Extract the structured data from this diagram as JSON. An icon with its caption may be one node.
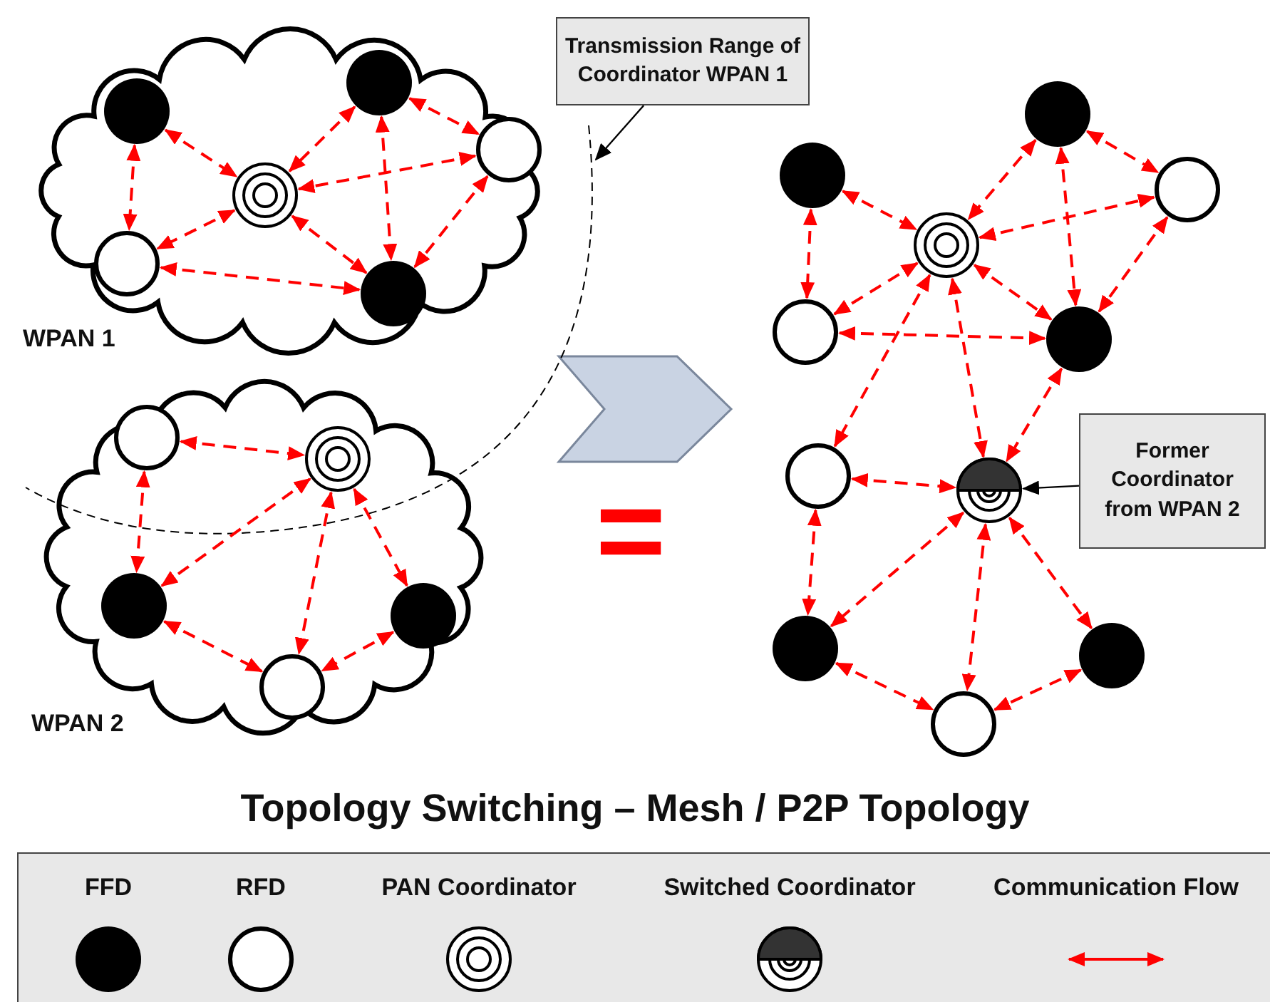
{
  "diagram": {
    "title": "Topology Switching – Mesh / P2P Topology",
    "nodes": [
      {
        "text": [
          "WPAN 1"
        ]
      },
      {
        "text": [],
        "shape": "circle",
        "in": 0
      },
      {
        "text": [],
        "shape": "circle",
        "in": 0
      },
      {
        "text": [],
        "shape": "circle",
        "in": 0
      },
      {
        "text": [],
        "shape": "circle",
        "in": 0
      },
      {
        "text": [],
        "shape": "circle",
        "in": 0
      },
      {
        "text": [],
        "shape": "circle",
        "in": 0
      },
      {
        "text": [
          "Transmission Range of Coordinator WPAN 1"
        ]
      },
      {
        "text": [
          "WPAN 2"
        ]
      },
      {
        "text": [],
        "shape": "circle",
        "in": 8
      },
      {
        "text": [],
        "shape": "circle",
        "in": 8
      },
      {
        "text": [],
        "shape": "circle",
        "in": 8
      },
      {
        "text": [],
        "shape": "circle",
        "in": 8
      },
      {
        "text": [],
        "shape": "circle",
        "in": 8
      },
      {
        "text": [],
        "shape": "arrow"
      },
      {
        "text": [],
        "shape": "circle"
      },
      {
        "text": [],
        "shape": "circle"
      },
      {
        "text": [],
        "shape": "circle"
      },
      {
        "text": [],
        "shape": "circle"
      },
      {
        "text": [],
        "shape": "circle"
      },
      {
        "text": [],
        "shape": "circle"
      },
      {
        "text": [],
        "shape": "circle"
      },
      {
        "text": [],
        "shape": "circle"
      },
      {
        "text": [
          "Former Coordinator from WPAN 2"
        ]
      },
      {
        "text": [],
        "shape": "circle"
      },
      {
        "text": [],
        "shape": "circle"
      },
      {
        "text": [],
        "shape": "circle"
      }
    ],
    "edges": [
      {
        "from": 1,
        "to": 5,
        "arrow": "both",
        "style": "dashed"
      },
      {
        "from": 1,
        "to": 4,
        "arrow": "both",
        "style": "dashed"
      },
      {
        "from": 2,
        "to": 4,
        "arrow": "both",
        "style": "dashed"
      },
      {
        "from": 2,
        "to": 3,
        "arrow": "both",
        "style": "dashed"
      },
      {
        "from": 2,
        "to": 6,
        "arrow": "both",
        "style": "dashed"
      },
      {
        "from": 3,
        "to": 4,
        "arrow": "both",
        "style": "dashed"
      },
      {
        "from": 3,
        "to": 6,
        "arrow": "both",
        "style": "dashed"
      },
      {
        "from": 4,
        "to": 5,
        "arrow": "both",
        "style": "dashed"
      },
      {
        "from": 4,
        "to": 6,
        "arrow": "both",
        "style": "dashed"
      },
      {
        "from": 5,
        "to": 6,
        "arrow": "both",
        "style": "dashed"
      },
      {
        "from": 7,
        "to": null,
        "arrow": "to",
        "color": "#000000"
      },
      {
        "from": 9,
        "to": 10,
        "arrow": "both",
        "style": "dashed"
      },
      {
        "from": 9,
        "to": 11,
        "arrow": "both",
        "style": "dashed"
      },
      {
        "from": 10,
        "to": 11,
        "arrow": "both",
        "style": "dashed"
      },
      {
        "from": 10,
        "to": 13,
        "arrow": "both",
        "style": "dashed"
      },
      {
        "from": 10,
        "to": 12,
        "arrow": "both",
        "style": "dashed"
      },
      {
        "from": 11,
        "to": 13,
        "arrow": "both",
        "style": "dashed"
      },
      {
        "from": 12,
        "to": 13,
        "arrow": "both",
        "style": "dashed"
      },
      {
        "from": 15,
        "to": 17,
        "arrow": "both",
        "style": "dashed"
      },
      {
        "from": 15,
        "to": 18,
        "arrow": "both",
        "style": "dashed"
      },
      {
        "from": 15,
        "to": 20,
        "arrow": "both",
        "style": "dashed"
      },
      {
        "from": 16,
        "to": 17,
        "arrow": "both",
        "style": "dashed"
      },
      {
        "from": 16,
        "to": 19,
        "arrow": "both",
        "style": "dashed"
      },
      {
        "from": 17,
        "to": 18,
        "arrow": "both",
        "style": "dashed"
      },
      {
        "from": 17,
        "to": 19,
        "arrow": "both",
        "style": "dashed"
      },
      {
        "from": 17,
        "to": 20,
        "arrow": "both",
        "style": "dashed"
      },
      {
        "from": 18,
        "to": 20,
        "arrow": "both",
        "style": "dashed"
      },
      {
        "from": 19,
        "to": 20,
        "arrow": "both",
        "style": "dashed"
      },
      {
        "from": 17,
        "to": 21,
        "arrow": "both",
        "style": "dashed"
      },
      {
        "from": 17,
        "to": 22,
        "arrow": "both",
        "style": "dashed"
      },
      {
        "from": 20,
        "to": 22,
        "arrow": "both",
        "style": "dashed"
      },
      {
        "from": 21,
        "to": 22,
        "arrow": "both",
        "style": "dashed"
      },
      {
        "from": 21,
        "to": 24,
        "arrow": "both",
        "style": "dashed"
      },
      {
        "from": 22,
        "to": 24,
        "arrow": "both",
        "style": "dashed"
      },
      {
        "from": 22,
        "to": 26,
        "arrow": "both",
        "style": "dashed"
      },
      {
        "from": 22,
        "to": 25,
        "arrow": "both",
        "style": "dashed"
      },
      {
        "from": 24,
        "to": 26,
        "arrow": "both",
        "style": "dashed"
      },
      {
        "from": 25,
        "to": 26,
        "arrow": "both",
        "style": "dashed"
      },
      {
        "from": 23,
        "to": 22,
        "arrow": "to",
        "color": "#000000"
      }
    ],
    "labels": [
      "="
    ],
    "legend": [
      {
        "text": "FFD"
      },
      {
        "text": "RFD"
      },
      {
        "text": "PAN Coordinator"
      },
      {
        "text": "Switched Coordinator"
      },
      {
        "text": "Communication Flow"
      }
    ]
  }
}
